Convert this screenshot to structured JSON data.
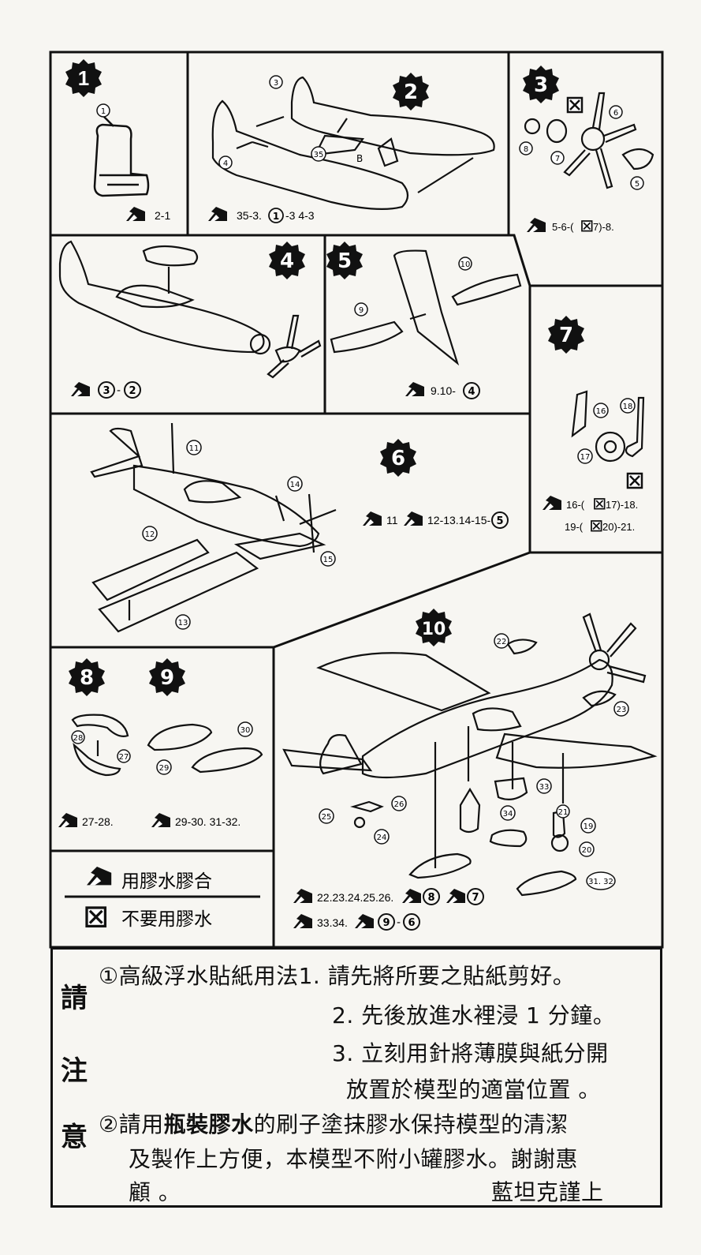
{
  "steps": {
    "s1": {
      "num": "1",
      "parts": [
        "1"
      ],
      "glue": "2-1"
    },
    "s2": {
      "num": "2",
      "parts": [
        "3",
        "4",
        "35",
        "B"
      ],
      "glue_a": "35-3.",
      "glue_b": "1",
      "glue_c": "-3 4-3"
    },
    "s3": {
      "num": "3",
      "parts": [
        "5",
        "6",
        "7",
        "8"
      ],
      "glue_a": "5-6-(",
      "glue_b": "7)-8."
    },
    "s4": {
      "num": "4",
      "glue_a": "3",
      "glue_b": "2"
    },
    "s5": {
      "num": "5",
      "parts": [
        "9",
        "10"
      ],
      "glue_a": "9.10-",
      "glue_b": "4"
    },
    "s6": {
      "num": "6",
      "parts": [
        "11",
        "12",
        "13",
        "14",
        "15"
      ],
      "glue_a": "11",
      "glue_b": "12-13.14-15-",
      "glue_c": "5"
    },
    "s7": {
      "num": "7",
      "parts": [
        "16",
        "17",
        "18"
      ],
      "glue_a": "16-(",
      "glue_b": "17)-18.",
      "glue_c": "19-(",
      "glue_d": "20)-21."
    },
    "s8": {
      "num": "8",
      "parts": [
        "27",
        "28"
      ],
      "glue": "27-28."
    },
    "s9": {
      "num": "9",
      "parts": [
        "29",
        "30"
      ],
      "glue": "29-30. 31-32."
    },
    "s10": {
      "num": "10",
      "parts": [
        "19",
        "20",
        "21",
        "22",
        "23",
        "24",
        "25",
        "26",
        "31. 32",
        "33",
        "34"
      ],
      "glue_a": "22.23.24.25.26.",
      "glue_b": "8",
      "glue_c": "7",
      "glue_d": "33.34.",
      "glue_e": "9",
      "glue_f": "6"
    }
  },
  "legend": {
    "glue": "用膠水膠合",
    "noglue": "不要用膠水"
  },
  "notes": {
    "side": [
      "請",
      "注",
      "意"
    ],
    "lines": [
      "①高級浮水貼紙用法1. 請先將所要之貼紙剪好。",
      "2. 先後放進水裡浸 1 分鐘。",
      "3. 立刻用針將薄膜與紙分開",
      "放置於模型的適當位置 。",
      "②請用",
      "瓶裝膠水",
      "的刷子塗抹膠水保持模型的清潔",
      "及製作上方便，本模型不附小罐膠水。謝謝惠",
      "顧 。"
    ],
    "signature": "藍坦克謹上"
  }
}
